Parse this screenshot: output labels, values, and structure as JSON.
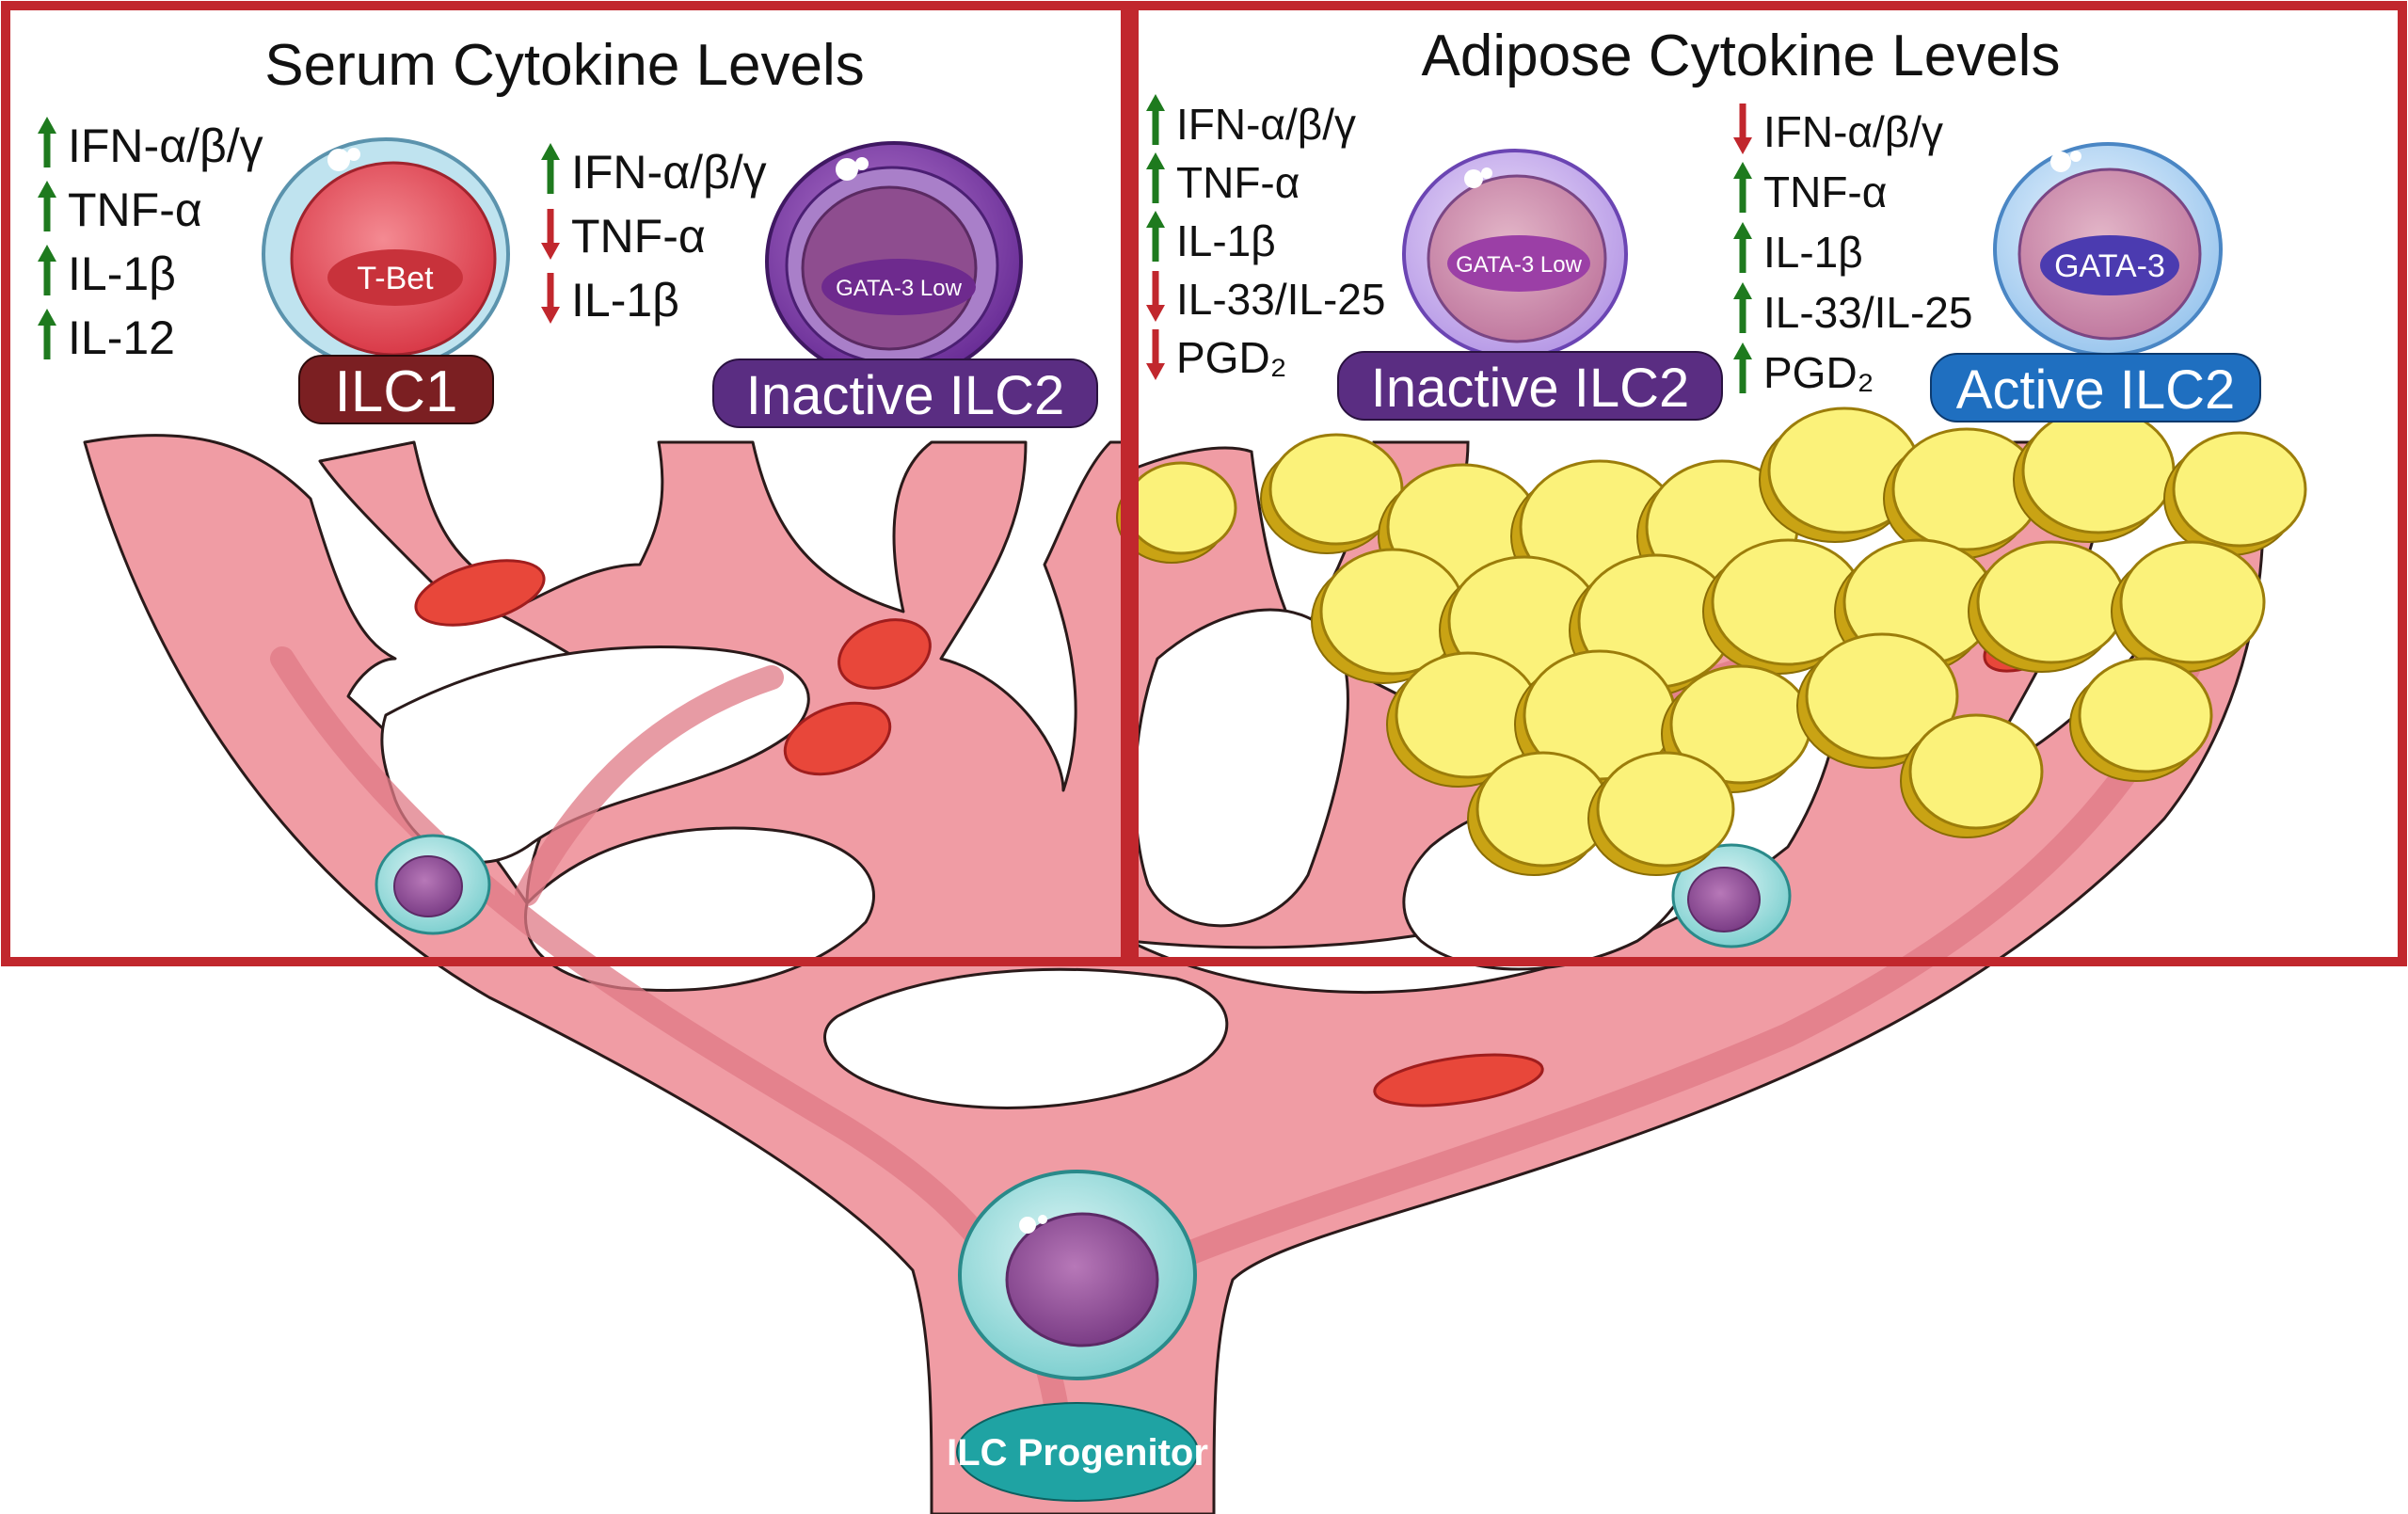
{
  "panels": {
    "serum": {
      "title": "Serum Cytokine Levels",
      "ilc1": {
        "cytokines": [
          {
            "label": "IFN-α/β/γ",
            "direction": "up"
          },
          {
            "label": "TNF-α",
            "direction": "up"
          },
          {
            "label": "IL-1β",
            "direction": "up"
          },
          {
            "label": "IL-12",
            "direction": "up"
          }
        ],
        "marker": "T-Bet",
        "cell_label": "ILC1"
      },
      "ilc2": {
        "cytokines": [
          {
            "label": "IFN-α/β/γ",
            "direction": "up"
          },
          {
            "label": "TNF-α",
            "direction": "down"
          },
          {
            "label": "IL-1β",
            "direction": "down"
          }
        ],
        "marker": "GATA-3 Low",
        "cell_label": "Inactive ILC2"
      }
    },
    "adipose": {
      "title": "Adipose Cytokine Levels",
      "inactive": {
        "cytokines": [
          {
            "label": "IFN-α/β/γ",
            "direction": "up"
          },
          {
            "label": "TNF-α",
            "direction": "up"
          },
          {
            "label": "IL-1β",
            "direction": "up"
          },
          {
            "label": "IL-33/IL-25",
            "direction": "down"
          },
          {
            "label": "PGD₂",
            "direction": "down"
          }
        ],
        "marker": "GATA-3 Low",
        "cell_label": "Inactive ILC2"
      },
      "active": {
        "cytokines": [
          {
            "label": "IFN-α/β/γ",
            "direction": "down"
          },
          {
            "label": "TNF-α",
            "direction": "up"
          },
          {
            "label": "IL-1β",
            "direction": "up"
          },
          {
            "label": "IL-33/IL-25",
            "direction": "up"
          },
          {
            "label": "PGD₂",
            "direction": "up"
          }
        ],
        "marker": "GATA-3",
        "cell_label": "Active ILC2"
      }
    }
  },
  "progenitor_label": "ILC Progenitor",
  "colors": {
    "frame": "#c1272d",
    "arrow_up": "#1e7a1e",
    "arrow_down": "#c1272d",
    "vessel": "#f09ca4",
    "vessel_dark": "#e07a86",
    "ilc1_badge": "#7b1f22",
    "inactive_badge": "#5a2d82",
    "active_badge": "#1f6fc0",
    "progenitor_badge": "#1fa3a3",
    "adipocyte": "#fbf27a"
  },
  "icons": {
    "up": "up-arrow-icon",
    "down": "down-arrow-icon"
  }
}
